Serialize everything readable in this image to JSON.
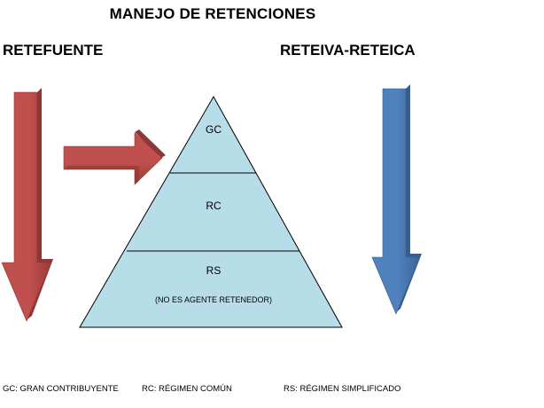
{
  "title": "MANEJO DE RETENCIONES",
  "left_heading": "RETEFUENTE",
  "right_heading": "RETEIVA-RETEICA",
  "pyramid": {
    "levels": [
      {
        "label": "GC",
        "note": ""
      },
      {
        "label": "RC",
        "note": ""
      },
      {
        "label": "RS",
        "note": "(NO ES AGENTE RETENEDOR)"
      }
    ]
  },
  "legend": [
    "GC: GRAN CONTRIBUYENTE",
    "RC: RÉGIMEN COMÚN",
    "RS: RÉGIMEN SIMPLIFICADO"
  ],
  "colors": {
    "red_arrow": "#c0504d",
    "red_arrow_dark": "#8c3836",
    "blue_arrow": "#4f81bd",
    "blue_arrow_dark": "#385d8a",
    "pyramid_fill": "#b7dde8",
    "pyramid_stroke": "#000000"
  }
}
